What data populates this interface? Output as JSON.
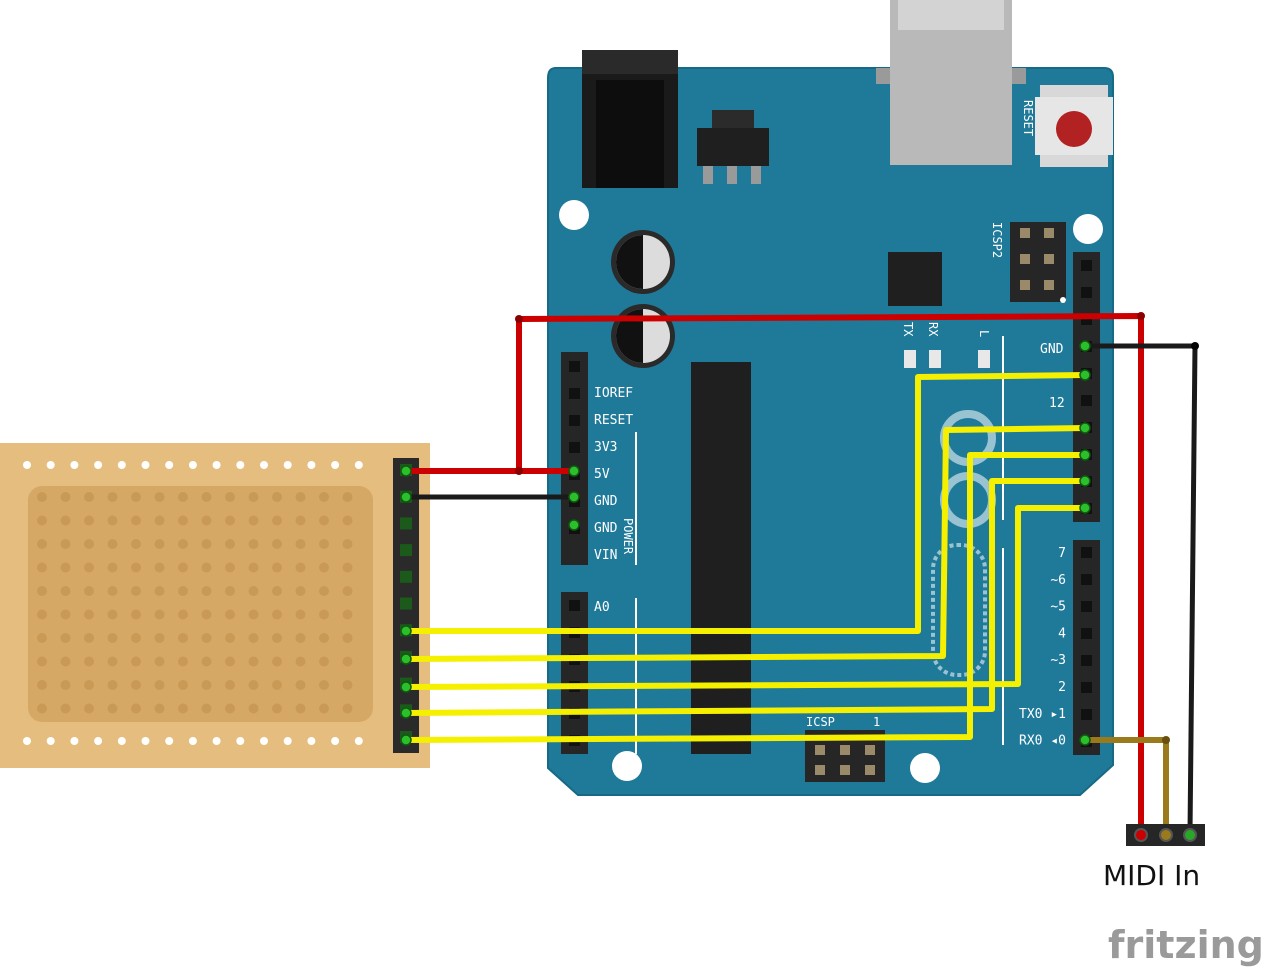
{
  "caption": "MIDI In",
  "brand": "fritzing",
  "board": {
    "reset_label": "RESET",
    "icsp2_label": "ICSP2",
    "icsp_label": "ICSP",
    "icsp_num": "1",
    "power_label": "POWER",
    "tx_led": "TX",
    "rx_led": "RX",
    "l_led": "L",
    "power_pins": [
      "IOREF",
      "RESET",
      "3V3",
      "5V",
      "GND",
      "GND",
      "VIN"
    ],
    "analog_pin_a0": "A0",
    "digital_top_gnd": "GND",
    "digital_12": "12",
    "digital_low": [
      "7",
      "~6",
      "~5",
      "4",
      "~3",
      "2",
      "TX0 ▸1",
      "RX0 ◂0"
    ]
  },
  "colors": {
    "board": "#1f7a9a",
    "wire_red": "#cc0000",
    "wire_black": "#1a1a1a",
    "wire_yellow": "#f5f000",
    "wire_brown": "#9a7a1a",
    "perfboard": "#e5bd7f"
  }
}
